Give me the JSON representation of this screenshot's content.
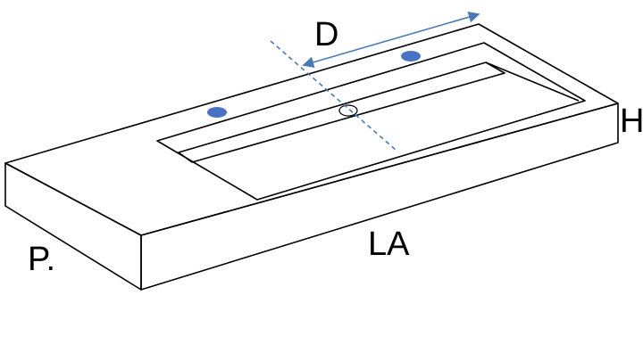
{
  "labels": {
    "spacing": "D",
    "height": "H",
    "length": "LA",
    "depth": "P."
  },
  "colors": {
    "outline": "#000000",
    "dimension_line": "#4a7ab5",
    "tap_hole": "#4a72c4",
    "background": "#ffffff"
  }
}
